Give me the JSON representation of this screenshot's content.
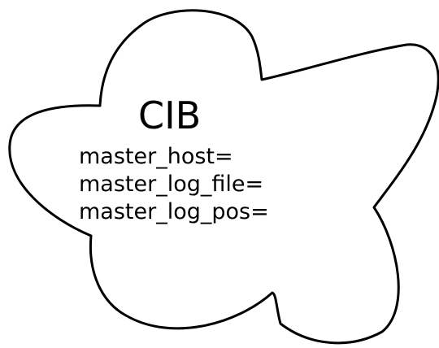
{
  "diagram": {
    "shape": "cloud",
    "title": "CIB",
    "fields": [
      {
        "label": "master_host="
      },
      {
        "label": "master_log_file="
      },
      {
        "label": "master_log_pos="
      }
    ],
    "colors": {
      "outline": "#000000",
      "fill": "#ffffff",
      "text": "#000000"
    }
  }
}
